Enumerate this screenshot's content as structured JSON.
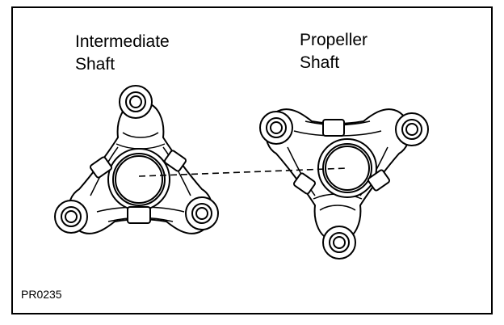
{
  "labels": {
    "intermediate_line1": "Intermediate",
    "intermediate_line2": "Shaft",
    "propeller_line1": "Propeller",
    "propeller_line2": "Shaft"
  },
  "figure_code": "PR0235",
  "colors": {
    "ink": "#000000",
    "background": "#ffffff"
  }
}
